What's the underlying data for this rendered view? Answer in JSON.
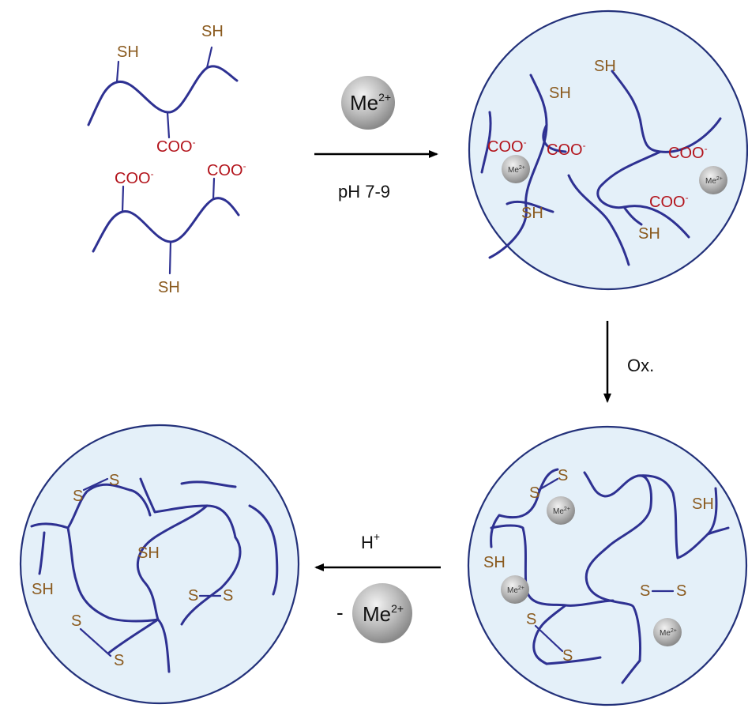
{
  "labels": {
    "sh": "SH",
    "coo": "COO",
    "coo_sup": "-",
    "s": "S",
    "me": "Me",
    "me_sup": "2+",
    "ph": "pH 7-9",
    "ox": "Ox.",
    "h": "H",
    "h_sup": "+",
    "minus": "-"
  },
  "colors": {
    "chain": "#2e3192",
    "thiol_text": "#8a5a1e",
    "carboxylate_text": "#b3141c",
    "sphere_fill": "#e4f0f9",
    "sphere_stroke": "#23317a",
    "ion_fill": "#a6a6a6"
  }
}
